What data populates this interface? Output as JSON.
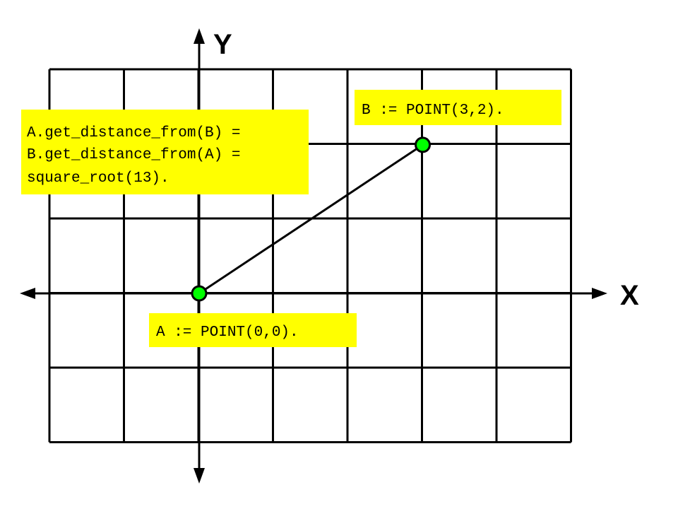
{
  "colors": {
    "grid": "#000000",
    "label_background": "#ffff00",
    "point_fill": "#00ff00",
    "point_stroke": "#000000",
    "segment": "#000000"
  },
  "axes": {
    "x_label": "X",
    "y_label": "Y"
  },
  "grid": {
    "columns": 7,
    "rows": 5
  },
  "points": [
    {
      "name": "A",
      "x": 0,
      "y": 0,
      "label": "A := POINT(0,0)."
    },
    {
      "name": "B",
      "x": 3,
      "y": 2,
      "label": "B := POINT(3,2)."
    }
  ],
  "distance_note": {
    "lines": [
      "A.get_distance_from(B) =",
      "B.get_distance_from(A) =",
      "square_root(13)."
    ]
  }
}
